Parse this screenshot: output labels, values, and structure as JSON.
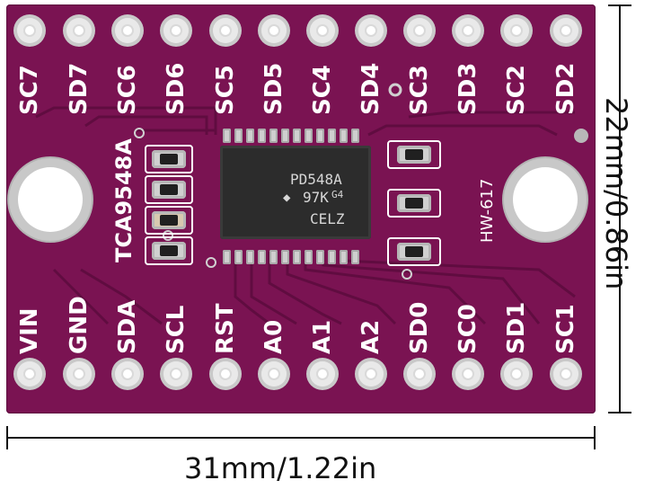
{
  "board": {
    "top_labels": [
      "SC7",
      "SD7",
      "SC6",
      "SD6",
      "SC5",
      "SD5",
      "SC4",
      "SD4",
      "SC3",
      "SD3",
      "SC2",
      "SD2"
    ],
    "bottom_labels": [
      "VIN",
      "GND",
      "SDA",
      "SCL",
      "RST",
      "A0",
      "A1",
      "A2",
      "SD0",
      "SC0",
      "SD1",
      "SC1"
    ],
    "chip_marking_line1": "PD548A",
    "chip_marking_line2": "97K",
    "chip_marking_line2_small": "G4",
    "chip_marking_line3": "CELZ",
    "part_label": "TCA9548A",
    "model_label": "HW-617",
    "color_board": "#7a1352"
  },
  "dimensions": {
    "height_label": "22mm/0.86in",
    "width_label": "31mm/1.22in"
  }
}
